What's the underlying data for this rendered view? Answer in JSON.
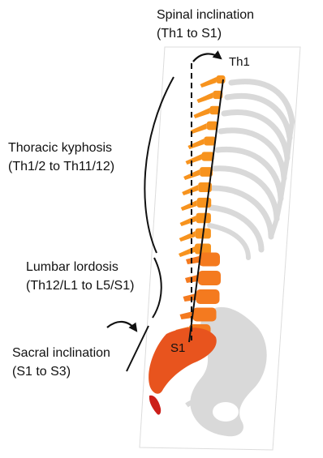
{
  "labels": {
    "spinal_inclination": {
      "line1": "Spinal inclination",
      "line2": "(Th1 to S1)"
    },
    "thoracic_kyphosis": {
      "line1": "Thoracic kyphosis",
      "line2": "(Th1/2 to Th11/12)"
    },
    "lumbar_lordosis": {
      "line1": "Lumbar lordosis",
      "line2": "(Th12/L1 to L5/S1)"
    },
    "sacral_inclination": {
      "line1": "Sacral inclination",
      "line2": "(S1 to S3)"
    }
  },
  "markers": {
    "top": "Th1",
    "bottom": "S1"
  },
  "colors": {
    "thoracic_spine": "#f7931e",
    "lumbar_spine": "#f47a1f",
    "sacrum": "#e8541e",
    "coccyx": "#cc1f1a",
    "bone_gray": "#d9d9d9",
    "line": "#111111"
  }
}
